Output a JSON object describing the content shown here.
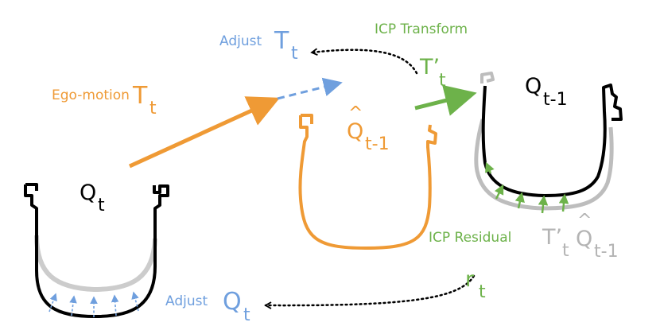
{
  "colors": {
    "orange": "#ef9a35",
    "blue": "#6f9fde",
    "green": "#6db24a",
    "black": "#000000",
    "gray": "#b4b4b4",
    "lightgray": "#cccccc"
  },
  "labels": {
    "adjust_top": "Adjust",
    "T_top": "T",
    "t_sub_top": "t",
    "icp_transform": "ICP Transform",
    "T_prime": "T’",
    "t_sub_prime": "t",
    "ego_motion": "Ego-motion",
    "T_ego": "T",
    "t_sub_ego": "t",
    "Qhat_hat": "^",
    "Qhat_Q": "Q",
    "Qhat_sub": "t-1",
    "Q_prev": "Q",
    "Q_prev_sub": "t-1",
    "Q_t": "Q",
    "Q_t_sub": "t",
    "icp_residual": "ICP Residual",
    "res_T": "T’",
    "res_t_sub": "t",
    "res_hat": "^",
    "res_Q": "Q",
    "res_Q_sub": "t-1",
    "r": "r",
    "r_sub": "t",
    "adjust_bottom": "Adjust",
    "Q_bottom": "Q",
    "Q_bottom_sub": "t"
  }
}
